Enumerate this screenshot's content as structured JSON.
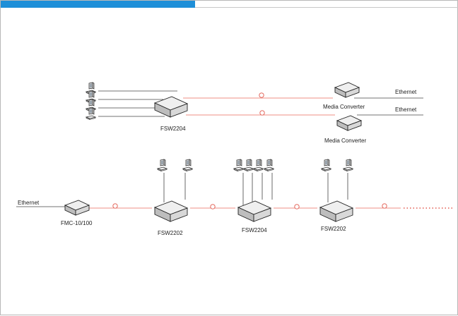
{
  "colors": {
    "header_accent": "#1e8fd8",
    "fiber_link": "#ef8f86",
    "fiber_connector": "#e0584c",
    "copper_link": "#444444",
    "device_body": "#d6d6d6"
  },
  "icons": {
    "switch": "switch-device-icon",
    "converter": "media-converter-icon",
    "terminal": "computer-terminal-icon",
    "connector": "fiber-connector-icon"
  },
  "diagram": {
    "top_section": {
      "switch_label": "FSW2204",
      "terminal_count": 4,
      "converters": [
        {
          "label": "Media Converter",
          "link_label": "Ethernet"
        },
        {
          "label": "Media Converter",
          "link_label": "Ethernet"
        }
      ]
    },
    "bottom_section": {
      "ethernet_label": "Ethernet",
      "converter_label": "FMC-10/100",
      "switches": [
        {
          "label": "FSW2202",
          "terminal_count": 2
        },
        {
          "label": "FSW2204",
          "terminal_count": 4
        },
        {
          "label": "FSW2202",
          "terminal_count": 2
        }
      ]
    }
  }
}
